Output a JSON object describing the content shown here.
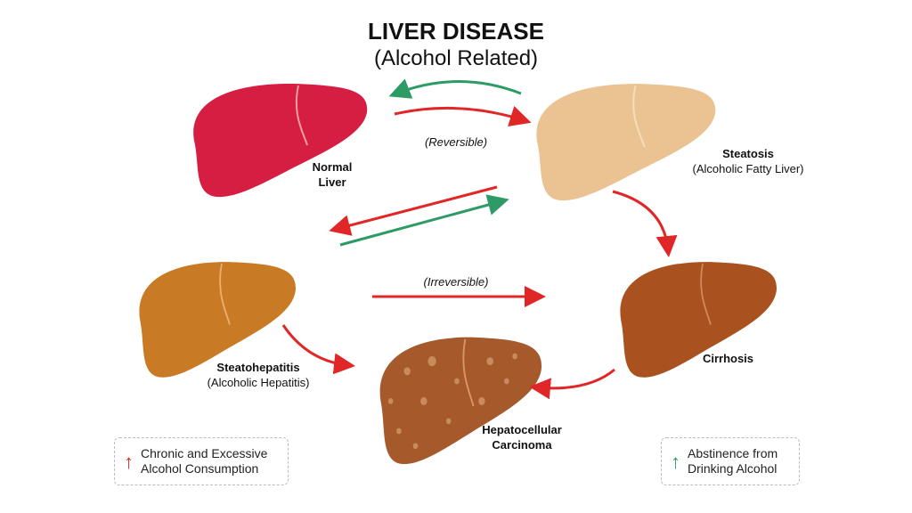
{
  "title": "LIVER DISEASE",
  "subtitle": "(Alcohol Related)",
  "stages": {
    "normal": {
      "line1": "Normal",
      "line2": "Liver",
      "color": "#d61d42"
    },
    "steatosis": {
      "line1": "Steatosis",
      "line2": "(Alcoholic Fatty Liver)",
      "color": "#ebc392"
    },
    "steatohepatitis": {
      "line1": "Steatohepatitis",
      "line2": "(Alcoholic Hepatitis)",
      "color": "#c97a24"
    },
    "cirrhosis": {
      "line1": "Cirrhosis",
      "color": "#a9521f"
    },
    "hcc": {
      "line1": "Hepatocellular",
      "line2": "Carcinoma",
      "color": "#a65a2c"
    }
  },
  "annotations": {
    "reversible": "(Reversible)",
    "irreversible": "(Irreversible)"
  },
  "legend": {
    "red": {
      "line1": "Chronic and Excessive",
      "line2": "Alcohol Consumption",
      "arrow": "↑",
      "color": "#e02626"
    },
    "green": {
      "line1": "Abstinence from",
      "line2": "Drinking Alcohol",
      "arrow": "↑",
      "color": "#2e9a66"
    }
  }
}
